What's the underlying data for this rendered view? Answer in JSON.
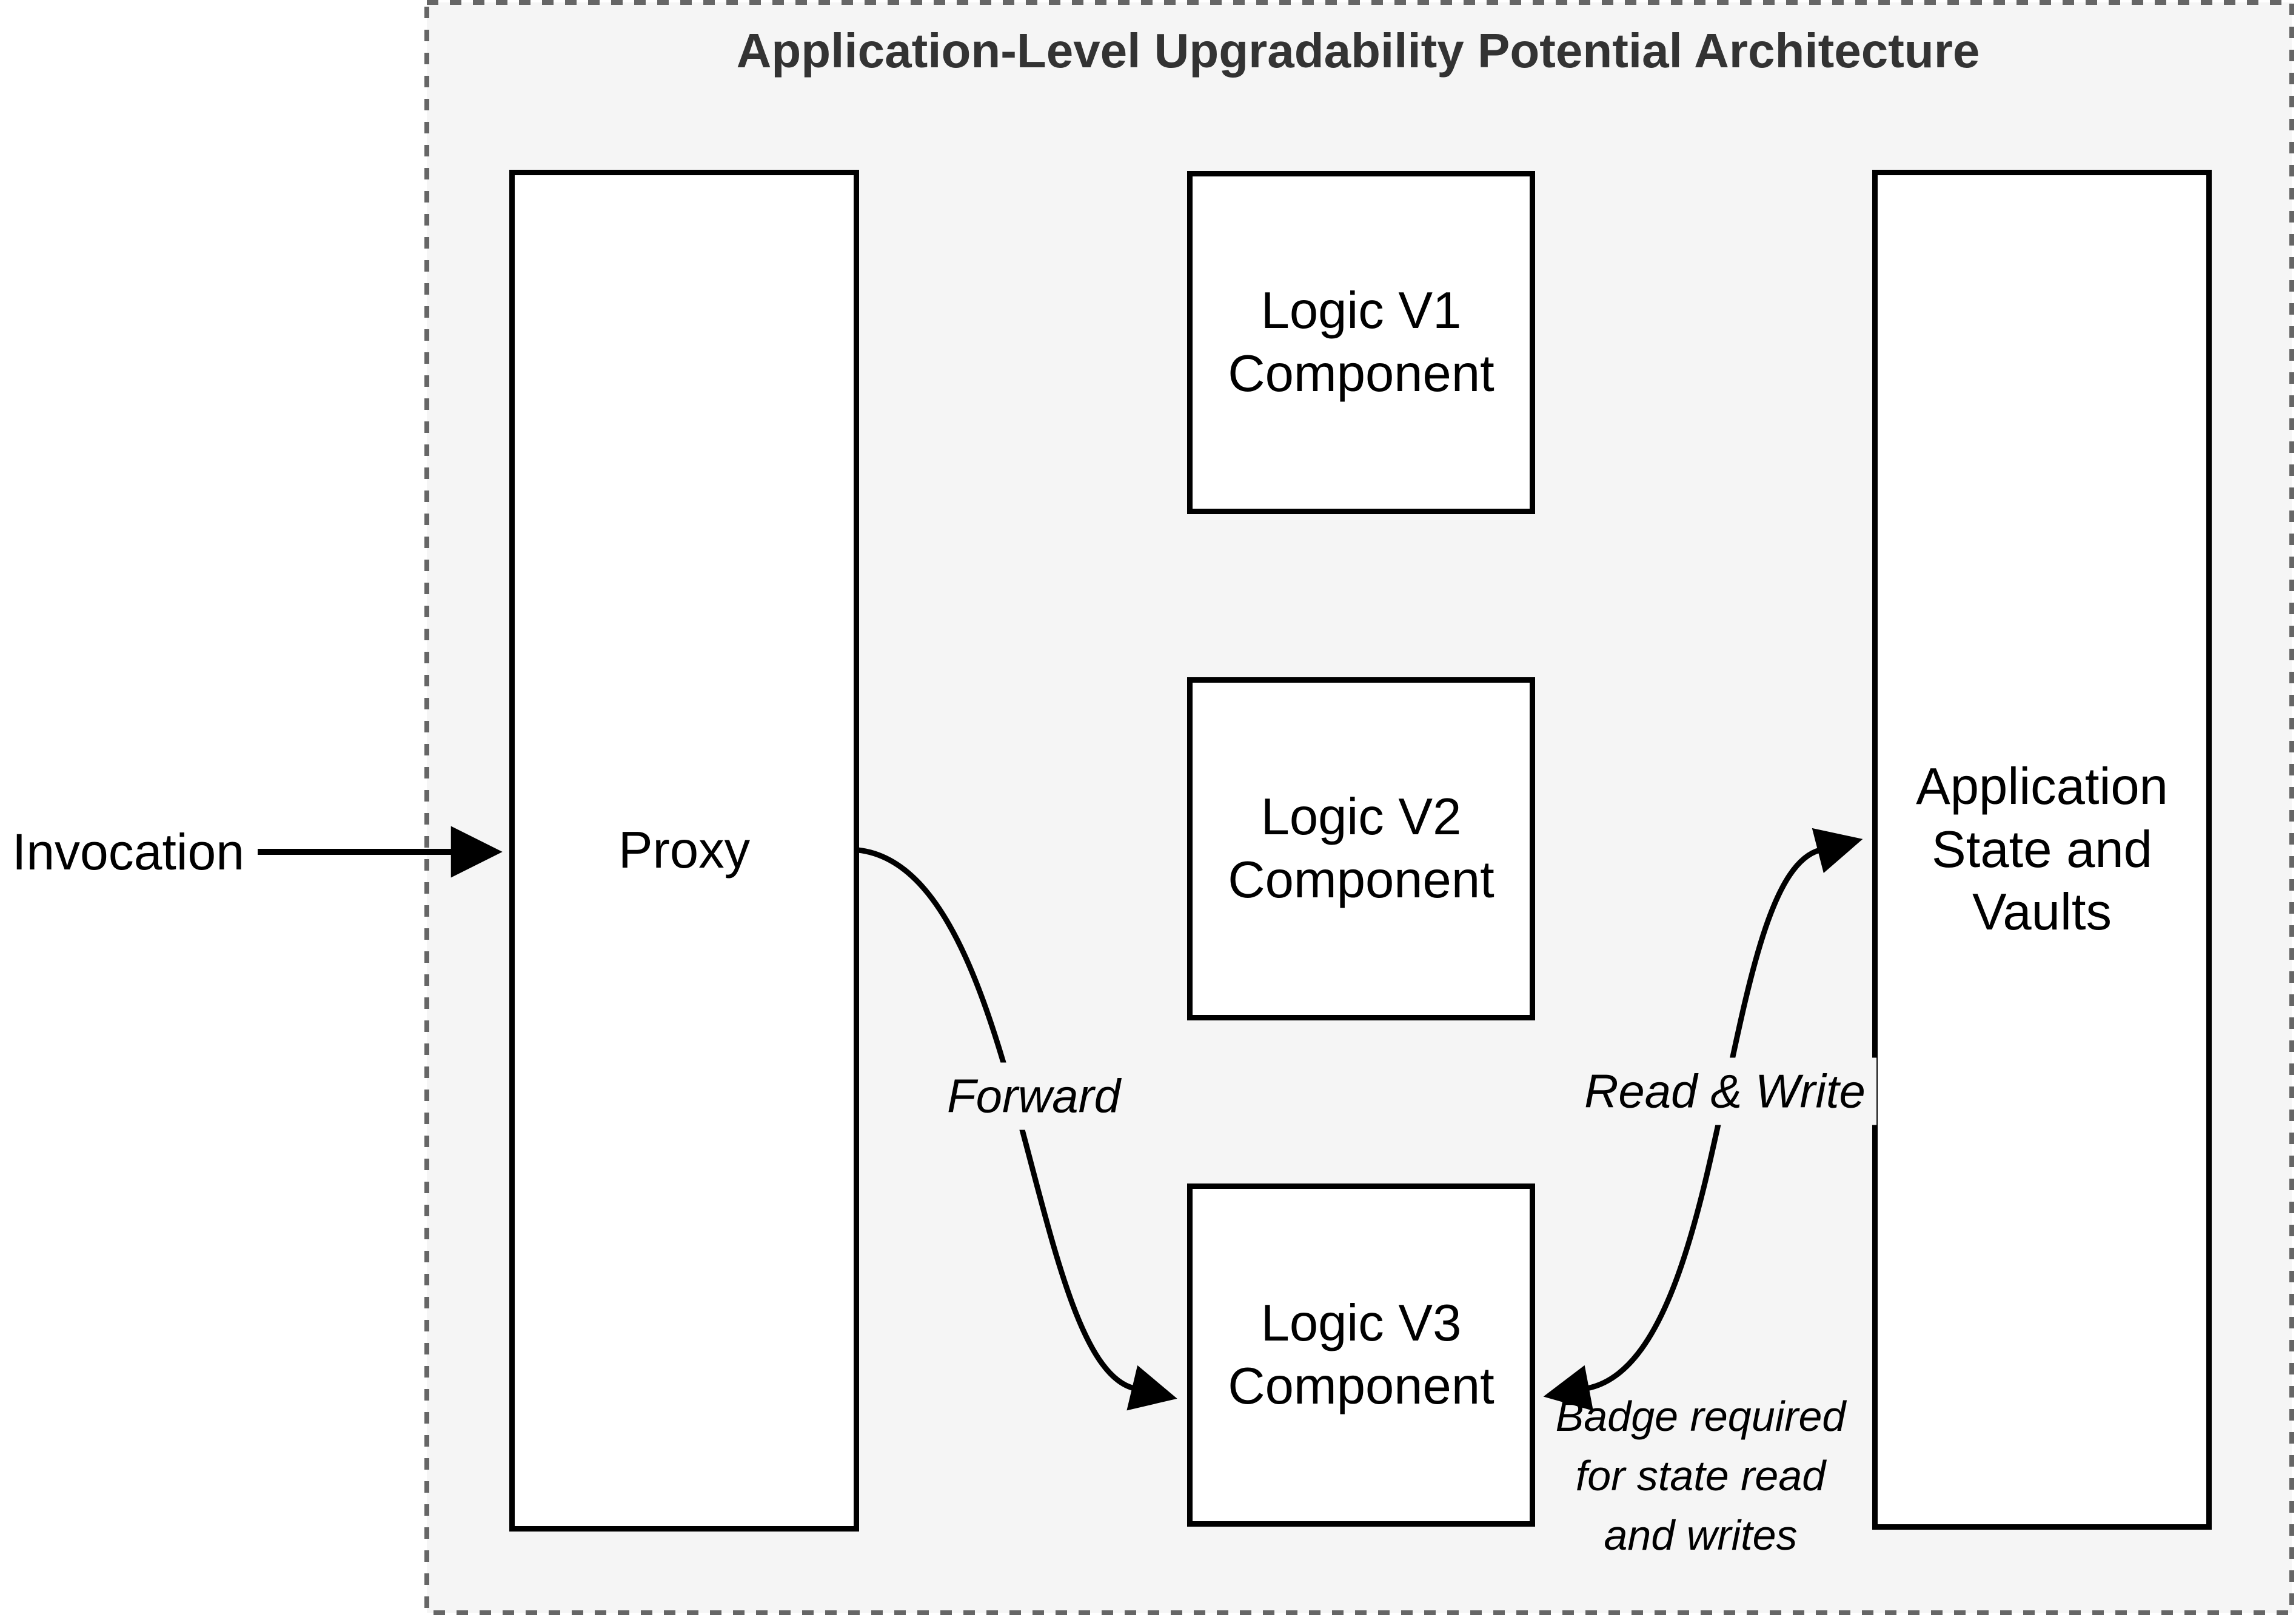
{
  "diagram": {
    "title": "Application-Level Upgradability Potential Architecture",
    "colors": {
      "canvas_bg": "#FFFFFF",
      "container_bg": "#F5F5F5",
      "container_dashed_border": "#666666",
      "node_fill": "#FFFFFF",
      "node_border": "#000000",
      "title_text": "#333333",
      "label_text": "#000000"
    }
  },
  "boxes": {
    "proxy": {
      "label": "Proxy"
    },
    "logic_v1": {
      "line1": "Logic V1",
      "line2": "Component"
    },
    "logic_v2": {
      "line1": "Logic V2",
      "line2": "Component"
    },
    "logic_v3": {
      "line1": "Logic V3",
      "line2": "Component"
    },
    "app_state": {
      "line1": "Application",
      "line2": "State and",
      "line3": "Vaults"
    }
  },
  "edges": {
    "invocation": {
      "label": "Invocation"
    },
    "forward": {
      "label": "Forward"
    },
    "read_write": {
      "label": "Read & Write"
    },
    "badge_note": {
      "line1": "Badge required",
      "line2": "for state read",
      "line3": "and writes"
    }
  }
}
